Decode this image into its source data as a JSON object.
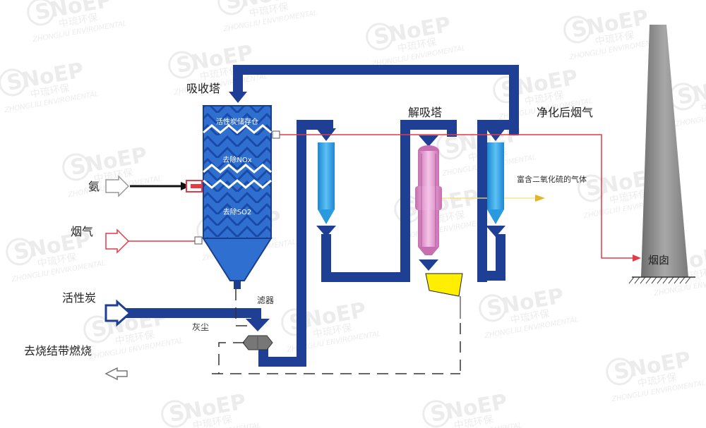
{
  "labels": {
    "absorber": "吸收塔",
    "desorber": "解吸塔",
    "clean_gas": "净化后烟气",
    "chimney": "烟囱",
    "ammonia": "氨",
    "flue_gas": "烟气",
    "activated_carbon": "活性炭",
    "to_sintering": "去烧结带燃烧",
    "filter": "滤器",
    "ash": "灰尘",
    "so2_rich_gas": "富含二氧化硫的气体",
    "storage_bin": "活性炭储存仓",
    "nox_removal": "去除NOx",
    "so2_removal": "去除SO2"
  },
  "watermark": {
    "brand": "SNoEP",
    "cn": "中琉环保",
    "en": "ZHONGLIU ENVIROMENTAL"
  },
  "colors": {
    "pipe": "#1f3f94",
    "tower_blue": "#2f6fd0",
    "exchanger": "#2fa2e6",
    "desorber": "#e59bd0",
    "hopper": "#ffee00",
    "gas_line": "#e53945",
    "chimney": "#8a8a8a",
    "watermark": "#d9d9d9"
  }
}
